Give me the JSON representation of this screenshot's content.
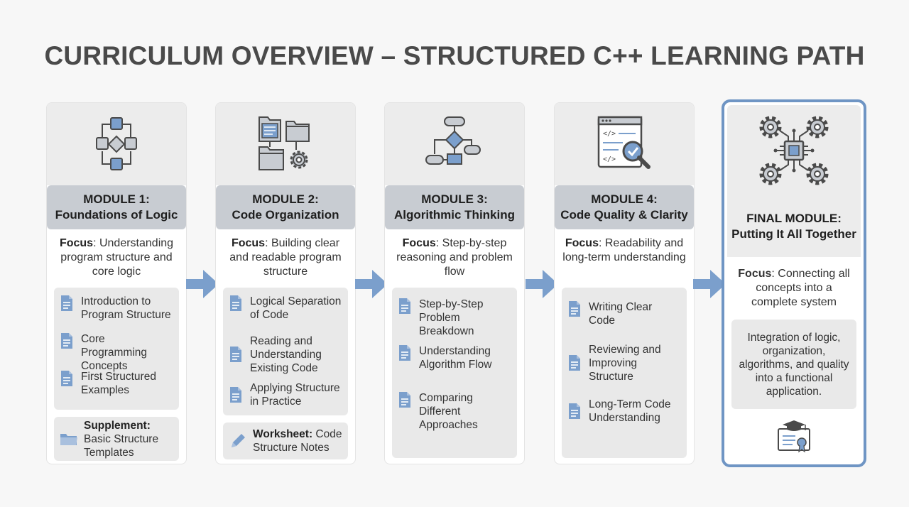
{
  "title": "CURRICULUM OVERVIEW – STRUCTURED C++ LEARNING PATH",
  "colors": {
    "accent": "#6f95c4",
    "arrow": "#7b9fcc",
    "header": "#c8ccd2",
    "panel": "#e9e9e9"
  },
  "modules": [
    {
      "icon": "flowchart-icon",
      "label": "MODULE 1:",
      "name": "Foundations of Logic",
      "focus_label": "Focus",
      "focus_text": ": Understanding program structure and core logic",
      "items": [
        "Introduction to Program Structure",
        "Core Programming Concepts",
        "First Structured Examples"
      ],
      "extra_icon": "folder-icon",
      "extra_label": "Supplement:",
      "extra_text": " Basic Structure Templates"
    },
    {
      "icon": "folders-gear-icon",
      "label": "MODULE 2:",
      "name": "Code Organization",
      "focus_label": "Focus",
      "focus_text": ": Building clear and readable program structure",
      "items": [
        "Logical Separation of Code",
        "Reading and Understanding Existing Code",
        "Applying Structure in Practice"
      ],
      "extra_icon": "pencil-icon",
      "extra_label": "Worksheet:",
      "extra_text": " Code Structure Notes"
    },
    {
      "icon": "algorithm-flowchart-icon",
      "label": "MODULE 3:",
      "name": "Algorithmic Thinking",
      "focus_label": "Focus",
      "focus_text": ": Step-by-step reasoning and problem flow",
      "items": [
        "Step-by-Step Problem Breakdown",
        "Understanding Algorithm Flow",
        "Comparing Different Approaches"
      ]
    },
    {
      "icon": "code-review-icon",
      "label": "MODULE 4:",
      "name": "Code Quality & Clarity",
      "focus_label": "Focus",
      "focus_text": ": Readability and long-term understanding",
      "items": [
        "Writing Clear Code",
        "Reviewing and Improving Structure",
        "Long-Term Code Understanding"
      ]
    }
  ],
  "final": {
    "icon": "chip-gears-icon",
    "label": "FINAL MODULE:",
    "name": "Putting It All Together",
    "focus_label": "Focus",
    "focus_text": ": Connecting all concepts into a complete system",
    "description": "Integration of logic, organization, algorithms, and quality into a functional application.",
    "badge_icon": "certificate-icon"
  }
}
